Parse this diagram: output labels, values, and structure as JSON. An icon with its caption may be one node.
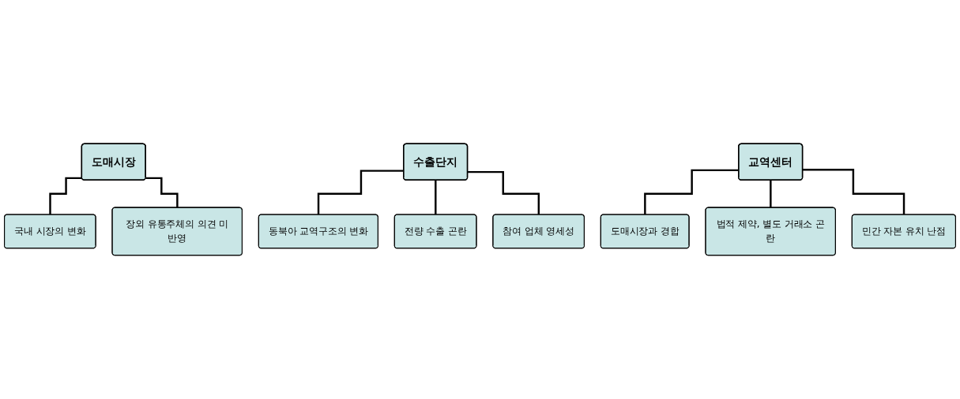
{
  "diagram": {
    "nodes": [
      {
        "text": [
          "도매시장"
        ]
      },
      {
        "text": [
          "국내 시장의 변화"
        ]
      },
      {
        "text": [
          "장외 유통주체의 의견 미반영"
        ]
      },
      {
        "text": [
          "수출단지"
        ]
      },
      {
        "text": [
          "동북아 교역구조의 변화"
        ]
      },
      {
        "text": [
          "전량 수출 곤란"
        ]
      },
      {
        "text": [
          "참여 업체 영세성"
        ]
      },
      {
        "text": [
          "교역센터"
        ]
      },
      {
        "text": [
          "도매시장과 경합"
        ]
      },
      {
        "text": [
          "법적 제약, 별도 거래소 곤란"
        ]
      },
      {
        "text": [
          "민간 자본 유치 난점"
        ]
      }
    ],
    "edges": [
      {
        "from": 0,
        "to": 1,
        "arrow": "none"
      },
      {
        "from": 0,
        "to": 2,
        "arrow": "none"
      },
      {
        "from": 3,
        "to": 4,
        "arrow": "none"
      },
      {
        "from": 3,
        "to": 5,
        "arrow": "none"
      },
      {
        "from": 3,
        "to": 6,
        "arrow": "none"
      },
      {
        "from": 7,
        "to": 8,
        "arrow": "none"
      },
      {
        "from": 7,
        "to": 9,
        "arrow": "none"
      },
      {
        "from": 7,
        "to": 10,
        "arrow": "none"
      }
    ]
  }
}
